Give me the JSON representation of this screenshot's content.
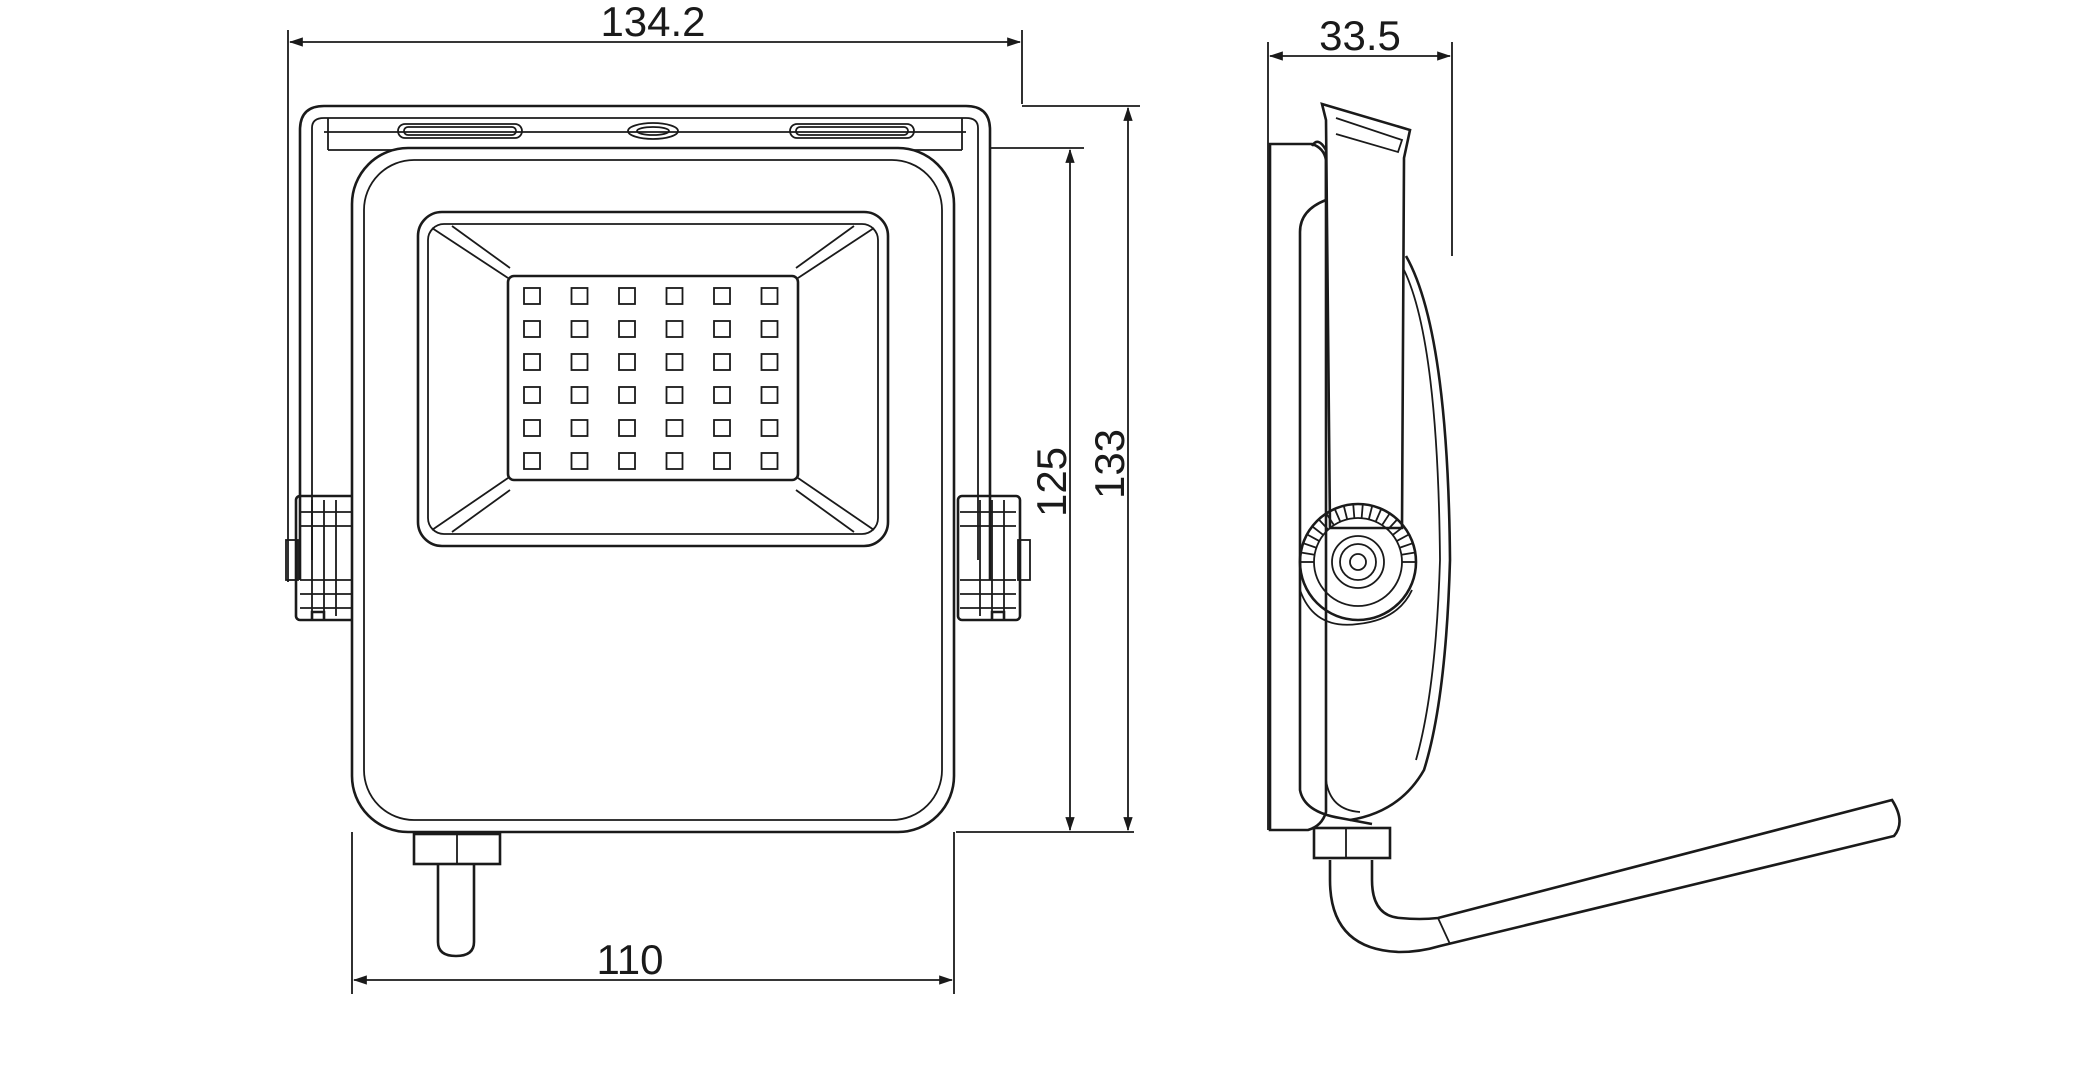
{
  "dimensions": {
    "overall_width": "134.2",
    "housing_width": "110",
    "housing_height": "125",
    "overall_height": "133",
    "depth": "33.5"
  },
  "led_grid": {
    "rows": 6,
    "cols": 6
  },
  "line_color": "#1a1a1a",
  "background": "#ffffff"
}
